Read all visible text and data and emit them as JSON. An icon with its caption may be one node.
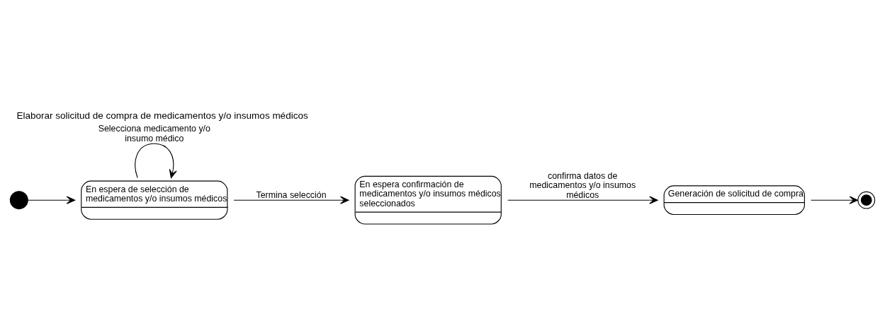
{
  "diagram": {
    "title": "Elaborar solicitud de compra de medicamentos y/o insumos médicos",
    "nodes": [
      {
        "text": [],
        "shape": "circle"
      },
      {
        "text": [
          "En espera de selección de medicamentos y/o insumos médicos"
        ]
      },
      {
        "text": [
          "En espera confirmación de medicamentos y/o insumos médicos seleccionados"
        ]
      },
      {
        "text": [
          "Generación de solicitud de compra"
        ]
      },
      {
        "text": [],
        "shape": "circle"
      }
    ],
    "edges": [
      {
        "from": 0,
        "to": 1,
        "arrow": "to"
      },
      {
        "from": 1,
        "to": 1,
        "arrow": "to",
        "label": "Selecciona medicamento y/o insumo médico"
      },
      {
        "from": 1,
        "to": 2,
        "arrow": "to",
        "label": "Termina selección"
      },
      {
        "from": 2,
        "to": 3,
        "arrow": "to",
        "label": "confirma datos de medicamentos y/o insumos médicos"
      },
      {
        "from": 3,
        "to": 4,
        "arrow": "to"
      }
    ]
  }
}
